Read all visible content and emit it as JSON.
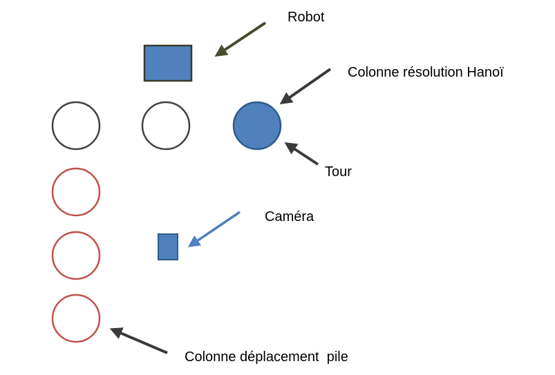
{
  "labels": {
    "robot": "Robot",
    "hanoi_column": "Colonne résolution Hanoï",
    "tower": "Tour",
    "camera": "Caméra",
    "stack_column": "Colonne déplacement  pile"
  },
  "colors": {
    "shape_fill": "#4f81bd",
    "shape_stroke": "#2e5a8a",
    "robot_stroke": "#3a3a2a",
    "neutral_circle_stroke": "#404040",
    "red_circle_stroke": "#c0504d",
    "robot_arrow": "#4a4a30",
    "dark_arrow": "#3a3a3a",
    "camera_arrow": "#4f81bd"
  }
}
